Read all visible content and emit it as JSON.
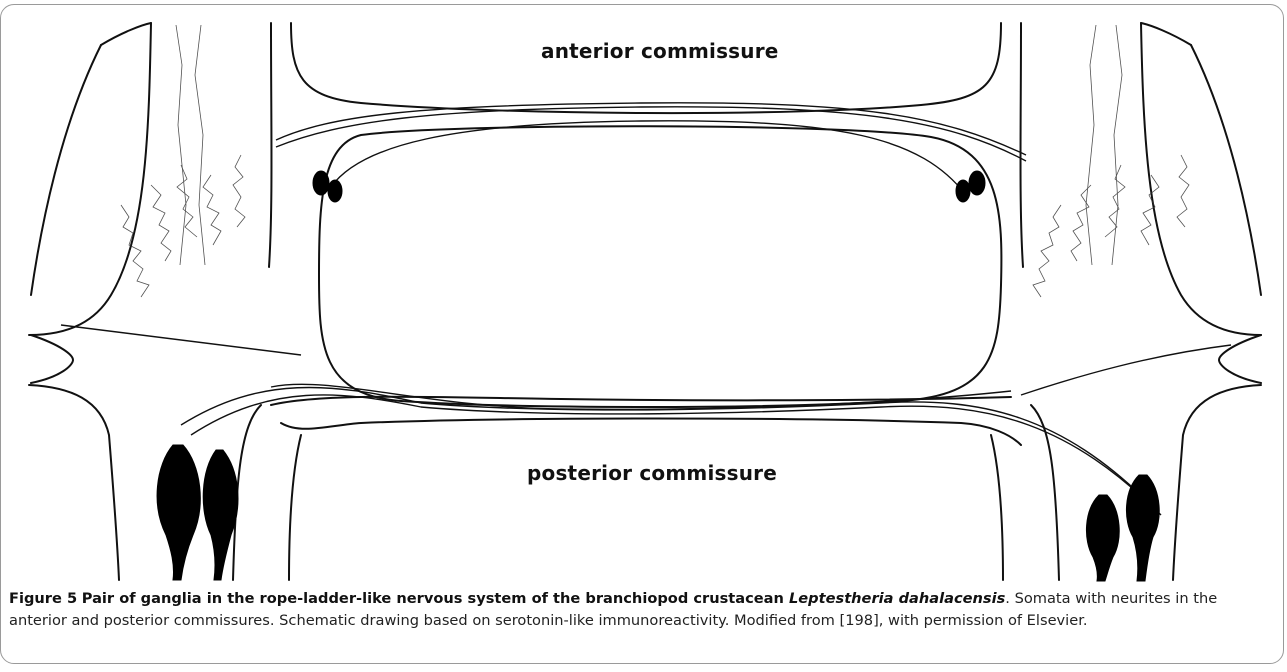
{
  "figure": {
    "labels": {
      "anterior": "anterior commissure",
      "posterior": "posterior commissure"
    },
    "caption": {
      "lead": "Figure 5",
      "title_main": "Pair of ganglia in the rope-ladder-like nervous system of the branchiopod crustacean",
      "species": "Leptestheria dahalacensis",
      "title_end": ".",
      "body": "Somata with neurites in the anterior and posterior commissures. Schematic drawing based on serotonin-like immunoreactivity. Modified from [198], with permission of Elsevier."
    }
  }
}
